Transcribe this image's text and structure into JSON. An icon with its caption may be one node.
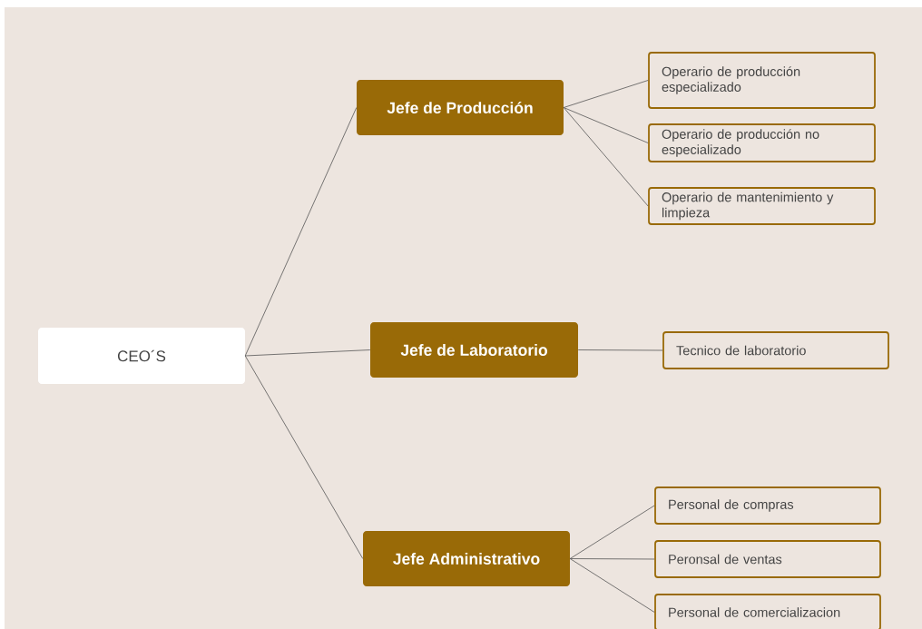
{
  "diagram": {
    "nodes": [
      {
        "text": [
          "CEO´S"
        ]
      },
      {
        "text": [
          "Jefe de Producción"
        ]
      },
      {
        "text": [
          "Operario de producción especializado"
        ]
      },
      {
        "text": [
          "Operario de producción no especializado"
        ]
      },
      {
        "text": [
          "Operario de mantenimiento y limpieza"
        ]
      },
      {
        "text": [
          "Jefe de Laboratorio"
        ]
      },
      {
        "text": [
          "Tecnico de laboratorio"
        ]
      },
      {
        "text": [
          "Jefe Administrativo"
        ]
      },
      {
        "text": [
          "Personal de compras"
        ]
      },
      {
        "text": [
          "Peronsal de ventas"
        ]
      },
      {
        "text": [
          "Personal de comercializacion"
        ]
      }
    ],
    "edges": [
      {
        "from": 0,
        "to": 1,
        "arrow": "none"
      },
      {
        "from": 0,
        "to": 5,
        "arrow": "none"
      },
      {
        "from": 0,
        "to": 7,
        "arrow": "none"
      },
      {
        "from": 1,
        "to": 2,
        "arrow": "none"
      },
      {
        "from": 1,
        "to": 3,
        "arrow": "none"
      },
      {
        "from": 1,
        "to": 4,
        "arrow": "none"
      },
      {
        "from": 5,
        "to": 6,
        "arrow": "none"
      },
      {
        "from": 7,
        "to": 8,
        "arrow": "none"
      },
      {
        "from": 7,
        "to": 9,
        "arrow": "none"
      },
      {
        "from": 7,
        "to": 10,
        "arrow": "none"
      }
    ]
  }
}
